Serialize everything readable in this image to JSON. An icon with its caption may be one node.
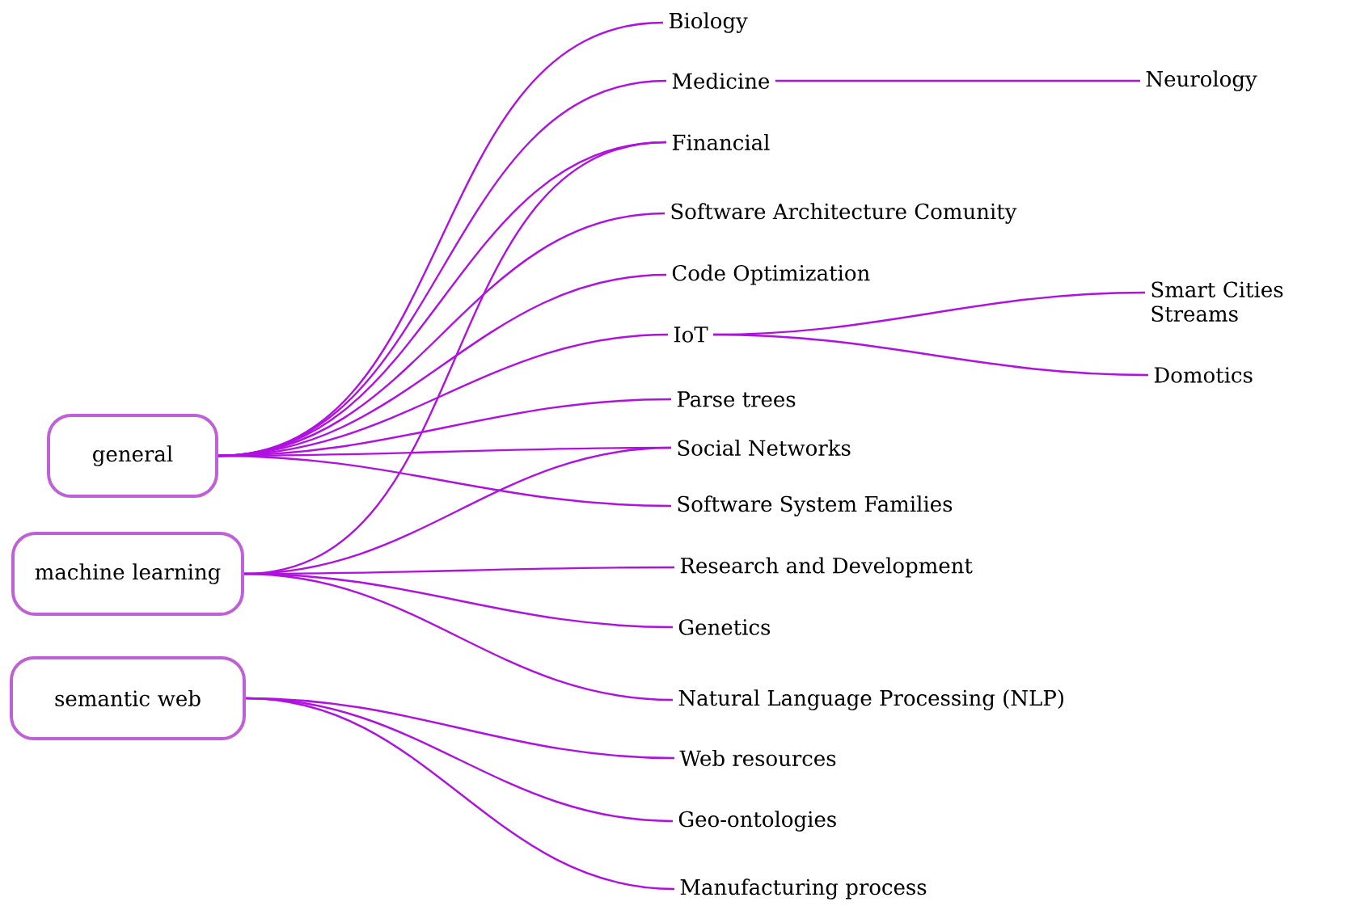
{
  "diagram": {
    "nodes": [
      {
        "text": [
          "general"
        ]
      },
      {
        "text": [
          "machine learning"
        ]
      },
      {
        "text": [
          "semantic web"
        ]
      },
      {
        "text": [
          "Biology"
        ]
      },
      {
        "text": [
          "Medicine"
        ]
      },
      {
        "text": [
          "Financial"
        ]
      },
      {
        "text": [
          "Software Architecture Comunity"
        ]
      },
      {
        "text": [
          "Code Optimization"
        ]
      },
      {
        "text": [
          "IoT"
        ]
      },
      {
        "text": [
          "Parse trees"
        ]
      },
      {
        "text": [
          "Social Networks"
        ]
      },
      {
        "text": [
          "Software System Families"
        ]
      },
      {
        "text": [
          "Research and Development"
        ]
      },
      {
        "text": [
          "Genetics"
        ]
      },
      {
        "text": [
          "Natural Language Processing (NLP)"
        ]
      },
      {
        "text": [
          "Web resources"
        ]
      },
      {
        "text": [
          "Geo-ontologies"
        ]
      },
      {
        "text": [
          "Manufacturing process"
        ]
      },
      {
        "text": [
          "Neurology"
        ]
      },
      {
        "text": [
          "Smart Cities Streams"
        ]
      },
      {
        "text": [
          "Domotics"
        ]
      }
    ],
    "edges": [
      {
        "from": 0,
        "to": 3,
        "arrow": "none"
      },
      {
        "from": 0,
        "to": 4,
        "arrow": "none"
      },
      {
        "from": 0,
        "to": 5,
        "arrow": "none"
      },
      {
        "from": 0,
        "to": 6,
        "arrow": "none"
      },
      {
        "from": 0,
        "to": 7,
        "arrow": "none"
      },
      {
        "from": 0,
        "to": 8,
        "arrow": "none"
      },
      {
        "from": 0,
        "to": 9,
        "arrow": "none"
      },
      {
        "from": 0,
        "to": 10,
        "arrow": "none"
      },
      {
        "from": 0,
        "to": 11,
        "arrow": "none"
      },
      {
        "from": 1,
        "to": 5,
        "arrow": "none"
      },
      {
        "from": 1,
        "to": 10,
        "arrow": "none"
      },
      {
        "from": 1,
        "to": 12,
        "arrow": "none"
      },
      {
        "from": 1,
        "to": 13,
        "arrow": "none"
      },
      {
        "from": 1,
        "to": 14,
        "arrow": "none"
      },
      {
        "from": 2,
        "to": 15,
        "arrow": "none"
      },
      {
        "from": 2,
        "to": 16,
        "arrow": "none"
      },
      {
        "from": 2,
        "to": 17,
        "arrow": "none"
      },
      {
        "from": 4,
        "to": 18,
        "arrow": "none"
      },
      {
        "from": 8,
        "to": 19,
        "arrow": "none"
      },
      {
        "from": 8,
        "to": 20,
        "arrow": "none"
      }
    ]
  }
}
